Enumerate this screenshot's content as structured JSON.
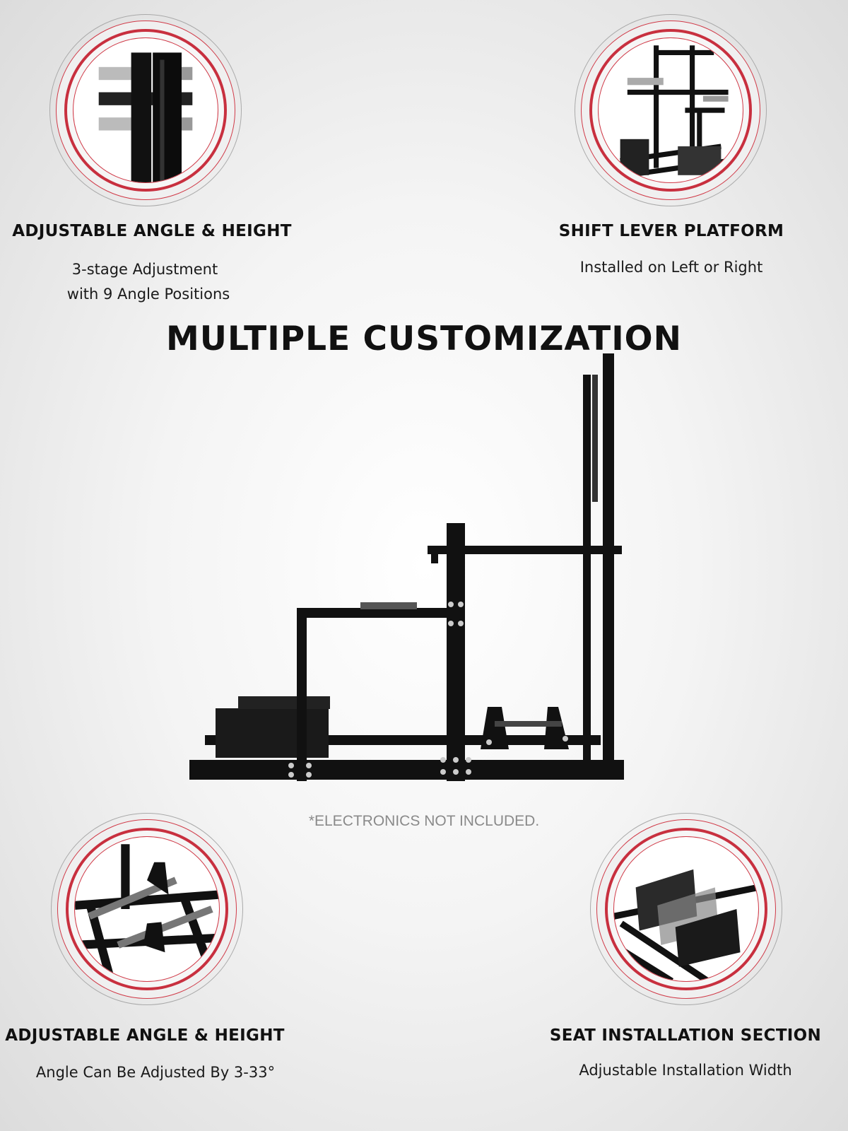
{
  "features": [
    {
      "title": "ADJUSTABLE ANGLE &  HEIGHT",
      "lines": [
        "3-stage Adjustment",
        "with 9 Angle Positions"
      ]
    },
    {
      "title": "SHIFT LEVER PLATFORM",
      "lines": [
        "Installed on Left or Right"
      ]
    },
    {
      "title": "ADJUSTABLE ANGLE &  HEIGHT",
      "lines": [
        "Angle Can Be Adjusted By 3-33°"
      ]
    },
    {
      "title": "SEAT INSTALLATION SECTION",
      "lines": [
        "Adjustable Installation Width"
      ]
    }
  ],
  "main_title": "MULTIPLE CUSTOMIZATION",
  "note": "*ELECTRONICS NOT INCLUDED.",
  "colors": {
    "accent_red": "#c8303f",
    "frame": "#111111"
  }
}
